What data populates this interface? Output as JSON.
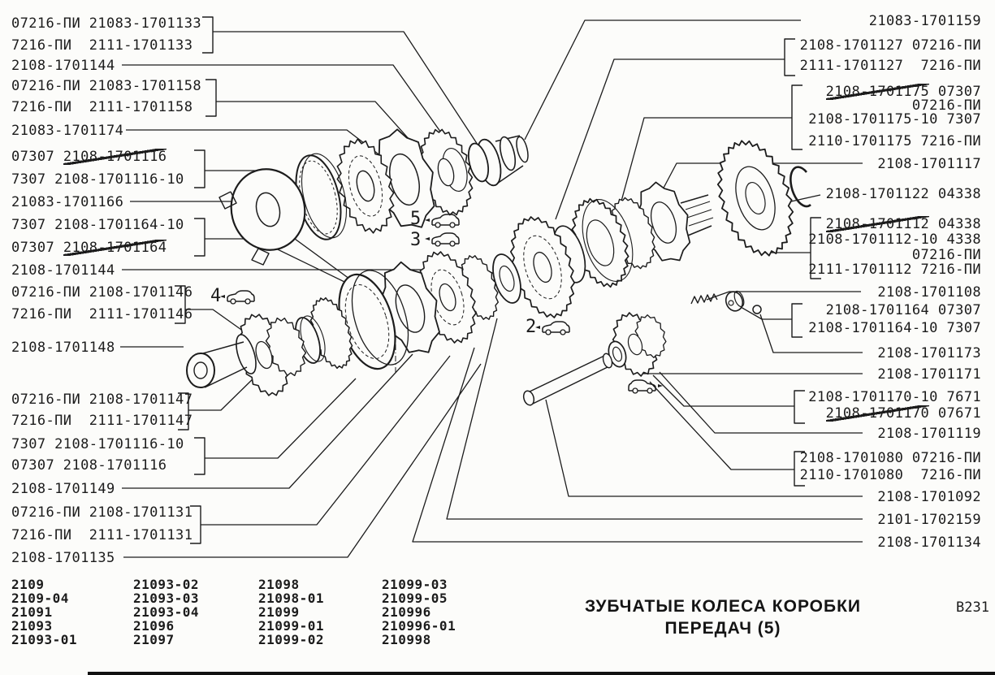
{
  "page": {
    "title_line1": "ЗУБЧАТЫЕ КОЛЕСА КОРОБКИ",
    "title_line2": "ПЕРЕДАЧ (5)",
    "page_code": "B231"
  },
  "left_labels": [
    {
      "segments": [
        {
          "t": "07216-ПИ 21083-1701133"
        }
      ]
    },
    {
      "segments": [
        {
          "t": "7216-ПИ  2111-1701133"
        }
      ]
    },
    {
      "segments": [
        {
          "t": "2108-1701144"
        }
      ]
    },
    {
      "segments": [
        {
          "t": "07216-ПИ 21083-1701158"
        }
      ]
    },
    {
      "segments": [
        {
          "t": "7216-ПИ  2111-1701158"
        }
      ]
    },
    {
      "segments": [
        {
          "t": "21083-1701174"
        }
      ]
    },
    {
      "segments": [
        {
          "t": "07307 "
        },
        {
          "t": "2108-1701116",
          "struck": true
        }
      ]
    },
    {
      "segments": [
        {
          "t": "7307 2108-1701116-10"
        }
      ]
    },
    {
      "segments": [
        {
          "t": "21083-1701166"
        }
      ]
    },
    {
      "segments": [
        {
          "t": "7307 2108-1701164-10"
        }
      ]
    },
    {
      "segments": [
        {
          "t": "07307 "
        },
        {
          "t": "2108-1701164",
          "struck": true
        }
      ]
    },
    {
      "segments": [
        {
          "t": "2108-1701144"
        }
      ]
    },
    {
      "segments": [
        {
          "t": "07216-ПИ 2108-1701146"
        }
      ]
    },
    {
      "segments": [
        {
          "t": "7216-ПИ  2111-1701146"
        }
      ]
    },
    {
      "segments": [
        {
          "t": "2108-1701148"
        }
      ]
    },
    {
      "segments": [
        {
          "t": "07216-ПИ 2108-1701147"
        }
      ]
    },
    {
      "segments": [
        {
          "t": "7216-ПИ  2111-1701147"
        }
      ]
    },
    {
      "segments": [
        {
          "t": "7307 2108-1701116-10"
        }
      ]
    },
    {
      "segments": [
        {
          "t": "07307 2108-1701116"
        }
      ]
    },
    {
      "segments": [
        {
          "t": "2108-1701149"
        }
      ]
    },
    {
      "segments": [
        {
          "t": "07216-ПИ 2108-1701131"
        }
      ]
    },
    {
      "segments": [
        {
          "t": "7216-ПИ  2111-1701131"
        }
      ]
    },
    {
      "segments": [
        {
          "t": "2108-1701135"
        }
      ]
    }
  ],
  "right_labels": [
    {
      "segments": [
        {
          "t": "21083-1701159"
        }
      ]
    },
    {
      "segments": [
        {
          "t": "2108-1701127 07216-ПИ"
        }
      ]
    },
    {
      "segments": [
        {
          "t": "2111-1701127  7216-ПИ"
        }
      ]
    },
    {
      "segments": [
        {
          "t": "2108-1701175",
          "struck": true
        },
        {
          "t": " 07307"
        }
      ]
    },
    {
      "segments": [
        {
          "t": "07216-ПИ"
        }
      ]
    },
    {
      "segments": [
        {
          "t": "2108-1701175-10 7307"
        }
      ]
    },
    {
      "segments": [
        {
          "t": "2110-1701175 7216-ПИ"
        }
      ]
    },
    {
      "segments": [
        {
          "t": "2108-1701117"
        }
      ]
    },
    {
      "segments": [
        {
          "t": "2108-1701122 04338"
        }
      ]
    },
    {
      "segments": [
        {
          "t": "2108-1701112",
          "struck": true
        },
        {
          "t": " 04338"
        }
      ]
    },
    {
      "segments": [
        {
          "t": "2108-1701112-10 4338"
        }
      ]
    },
    {
      "segments": [
        {
          "t": "07216-ПИ"
        }
      ]
    },
    {
      "segments": [
        {
          "t": "2111-1701112 7216-ПИ"
        }
      ]
    },
    {
      "segments": [
        {
          "t": "2108-1701108"
        }
      ]
    },
    {
      "segments": [
        {
          "t": "2108-1701164 07307"
        }
      ]
    },
    {
      "segments": [
        {
          "t": "2108-1701164-10 7307"
        }
      ]
    },
    {
      "segments": [
        {
          "t": "2108-1701173"
        }
      ]
    },
    {
      "segments": [
        {
          "t": "2108-1701171"
        }
      ]
    },
    {
      "segments": [
        {
          "t": "2108-1701170-10 7671"
        }
      ]
    },
    {
      "segments": [
        {
          "t": "2108-1701170",
          "struck": true
        },
        {
          "t": " 07671"
        }
      ]
    },
    {
      "segments": [
        {
          "t": "2108-1701119"
        }
      ]
    },
    {
      "segments": [
        {
          "t": "2108-1701080 07216-ПИ"
        }
      ]
    },
    {
      "segments": [
        {
          "t": "2110-1701080  7216-ПИ"
        }
      ]
    },
    {
      "segments": [
        {
          "t": "2108-1701092"
        }
      ]
    },
    {
      "segments": [
        {
          "t": "2101-1702159"
        }
      ]
    },
    {
      "segments": [
        {
          "t": "2108-1701134"
        }
      ]
    }
  ],
  "callouts": [
    {
      "number": "5"
    },
    {
      "number": "3"
    },
    {
      "number": "4"
    },
    {
      "number": "2"
    }
  ],
  "models": {
    "columns": [
      [
        "2109",
        "2109-04",
        "21091",
        "21093",
        "21093-01"
      ],
      [
        "21093-02",
        "21093-03",
        "21093-04",
        "21096",
        "21097"
      ],
      [
        "21098",
        "21098-01",
        "21099",
        "21099-01",
        "21099-02"
      ],
      [
        "21099-03",
        "21099-05",
        "210996",
        "210996-01",
        "210998"
      ]
    ]
  },
  "ink_color": "#1c1c1c"
}
